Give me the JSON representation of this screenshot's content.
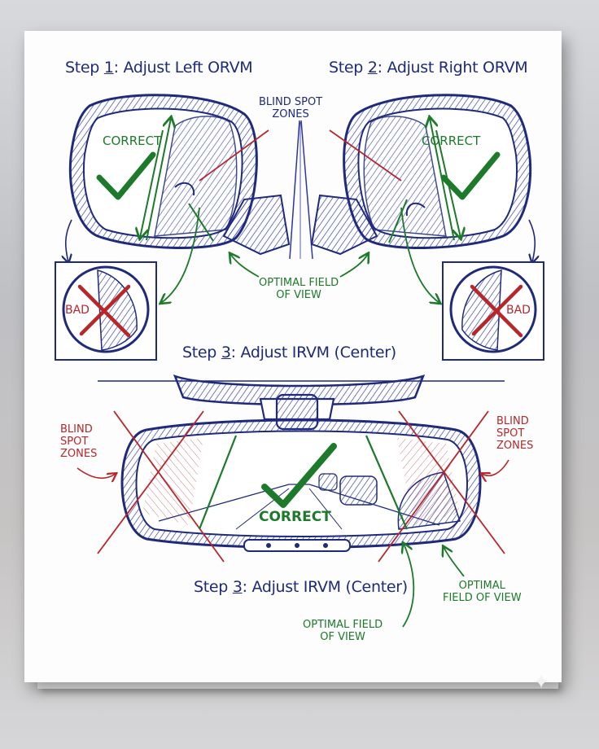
{
  "colors": {
    "ink": "#1f2a7a",
    "green": "#1d7a2a",
    "red": "#b8262a",
    "paper": "#fdfdfd"
  },
  "headers": {
    "step1_prefix": "Step ",
    "step1_num": "1",
    "step1_text": ": Adjust Left ORVM",
    "step2_prefix": "Step ",
    "step2_num": "2",
    "step2_text": ": Adjust Right ORVM",
    "step3a_prefix": "Step ",
    "step3a_num": "3",
    "step3a_text": ": Adjust IRVM (Center)",
    "step3b_prefix": "Step ",
    "step3b_num": "3",
    "step3b_text": ": Adjust IRVM (Center)"
  },
  "labels": {
    "blind_spot_top": "BLIND SPOT\nZONES",
    "correct_left": "CORRECT",
    "correct_right": "CORRECT",
    "bad_left": "BAD",
    "bad_right": "BAD",
    "optimal_top": "OPTIMAL FIELD\nOF VIEW",
    "blind_spot_left": "BLIND\nSPOT\nZONES",
    "blind_spot_right": "BLIND\nSPOT\nZONES",
    "correct_center": "CORRECT",
    "optimal_right": "OPTIMAL\nFIELD OF VIEW",
    "optimal_bottom": "OPTIMAL FIELD\nOF VIEW"
  },
  "icons": [
    "left-orvm-icon",
    "right-orvm-icon",
    "irvm-icon",
    "checkmark-icon",
    "cross-icon",
    "sparkle-icon"
  ]
}
